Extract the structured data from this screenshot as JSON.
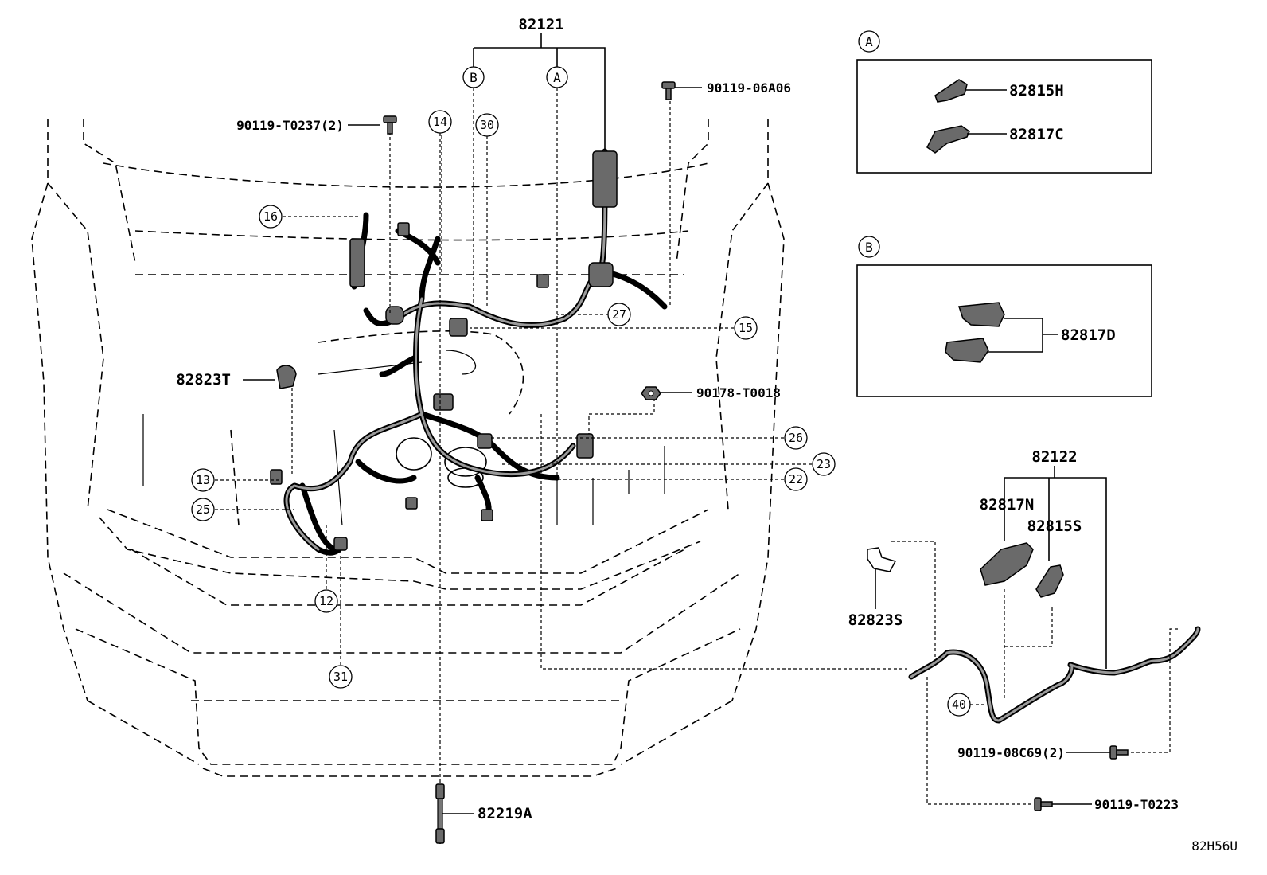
{
  "parts": {
    "main_harness": "82121",
    "sub_harness": "82122",
    "bolt_top_right": "90119-06A06",
    "bolt_top_left": "90119-T0237(2)",
    "clip_left": "82823T",
    "nut": "90178-T0018",
    "wire_bottom": "82219A",
    "clip_bracket": "82823S",
    "bolt_sub_1": "90119-08C69(2)",
    "bolt_sub_2": "90119-T0223",
    "cover_a1": "82815H",
    "cover_a2": "82817C",
    "cover_b": "82817D",
    "cover_n": "82817N",
    "cover_s": "82815S"
  },
  "refs": {
    "a": "A",
    "b": "B"
  },
  "callouts": {
    "c14": "14",
    "c30": "30",
    "c16": "16",
    "c27": "27",
    "c15": "15",
    "c26": "26",
    "c23": "23",
    "c22": "22",
    "c13": "13",
    "c25": "25",
    "c12": "12",
    "c31": "31",
    "c40": "40"
  },
  "diagram_code": "82H56U"
}
